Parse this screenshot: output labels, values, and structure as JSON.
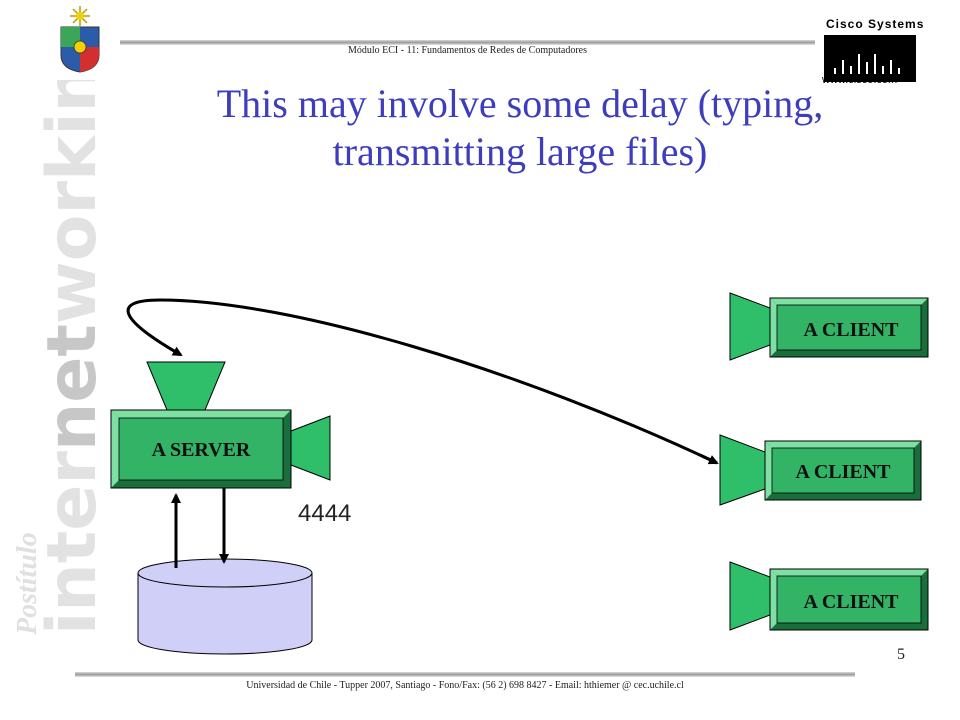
{
  "header": {
    "course": "Módulo ECI - 11: Fundamentos de Redes de Computadores"
  },
  "footer": {
    "address": "Universidad de Chile - Tupper 2007, Santiago - Fono/Fax: (56 2) 698 8427 - Email: hthiemer @ cec.uchile.cl"
  },
  "branding": {
    "side_word_script": "Postítulo",
    "side_word_plain": "inter",
    "side_word_bold": "net",
    "side_word_tail": "working",
    "cisco_name": "Cisco Systems",
    "cisco_url": "www.cisco.com"
  },
  "slide": {
    "title_line1": "This may involve some delay (typing,",
    "title_line2": "transmitting large files)",
    "page_number": "5"
  },
  "diagram": {
    "server_label": "A SERVER",
    "port_label": "4444",
    "clients": [
      {
        "label": "A CLIENT"
      },
      {
        "label": "A CLIENT"
      },
      {
        "label": "A CLIENT"
      }
    ],
    "colors": {
      "box_fill": "#33b366",
      "box_dark": "#1a6e3c",
      "box_light": "#7ee0a3",
      "funnel": "#2fbf6a",
      "database": "#cfcff7"
    }
  }
}
